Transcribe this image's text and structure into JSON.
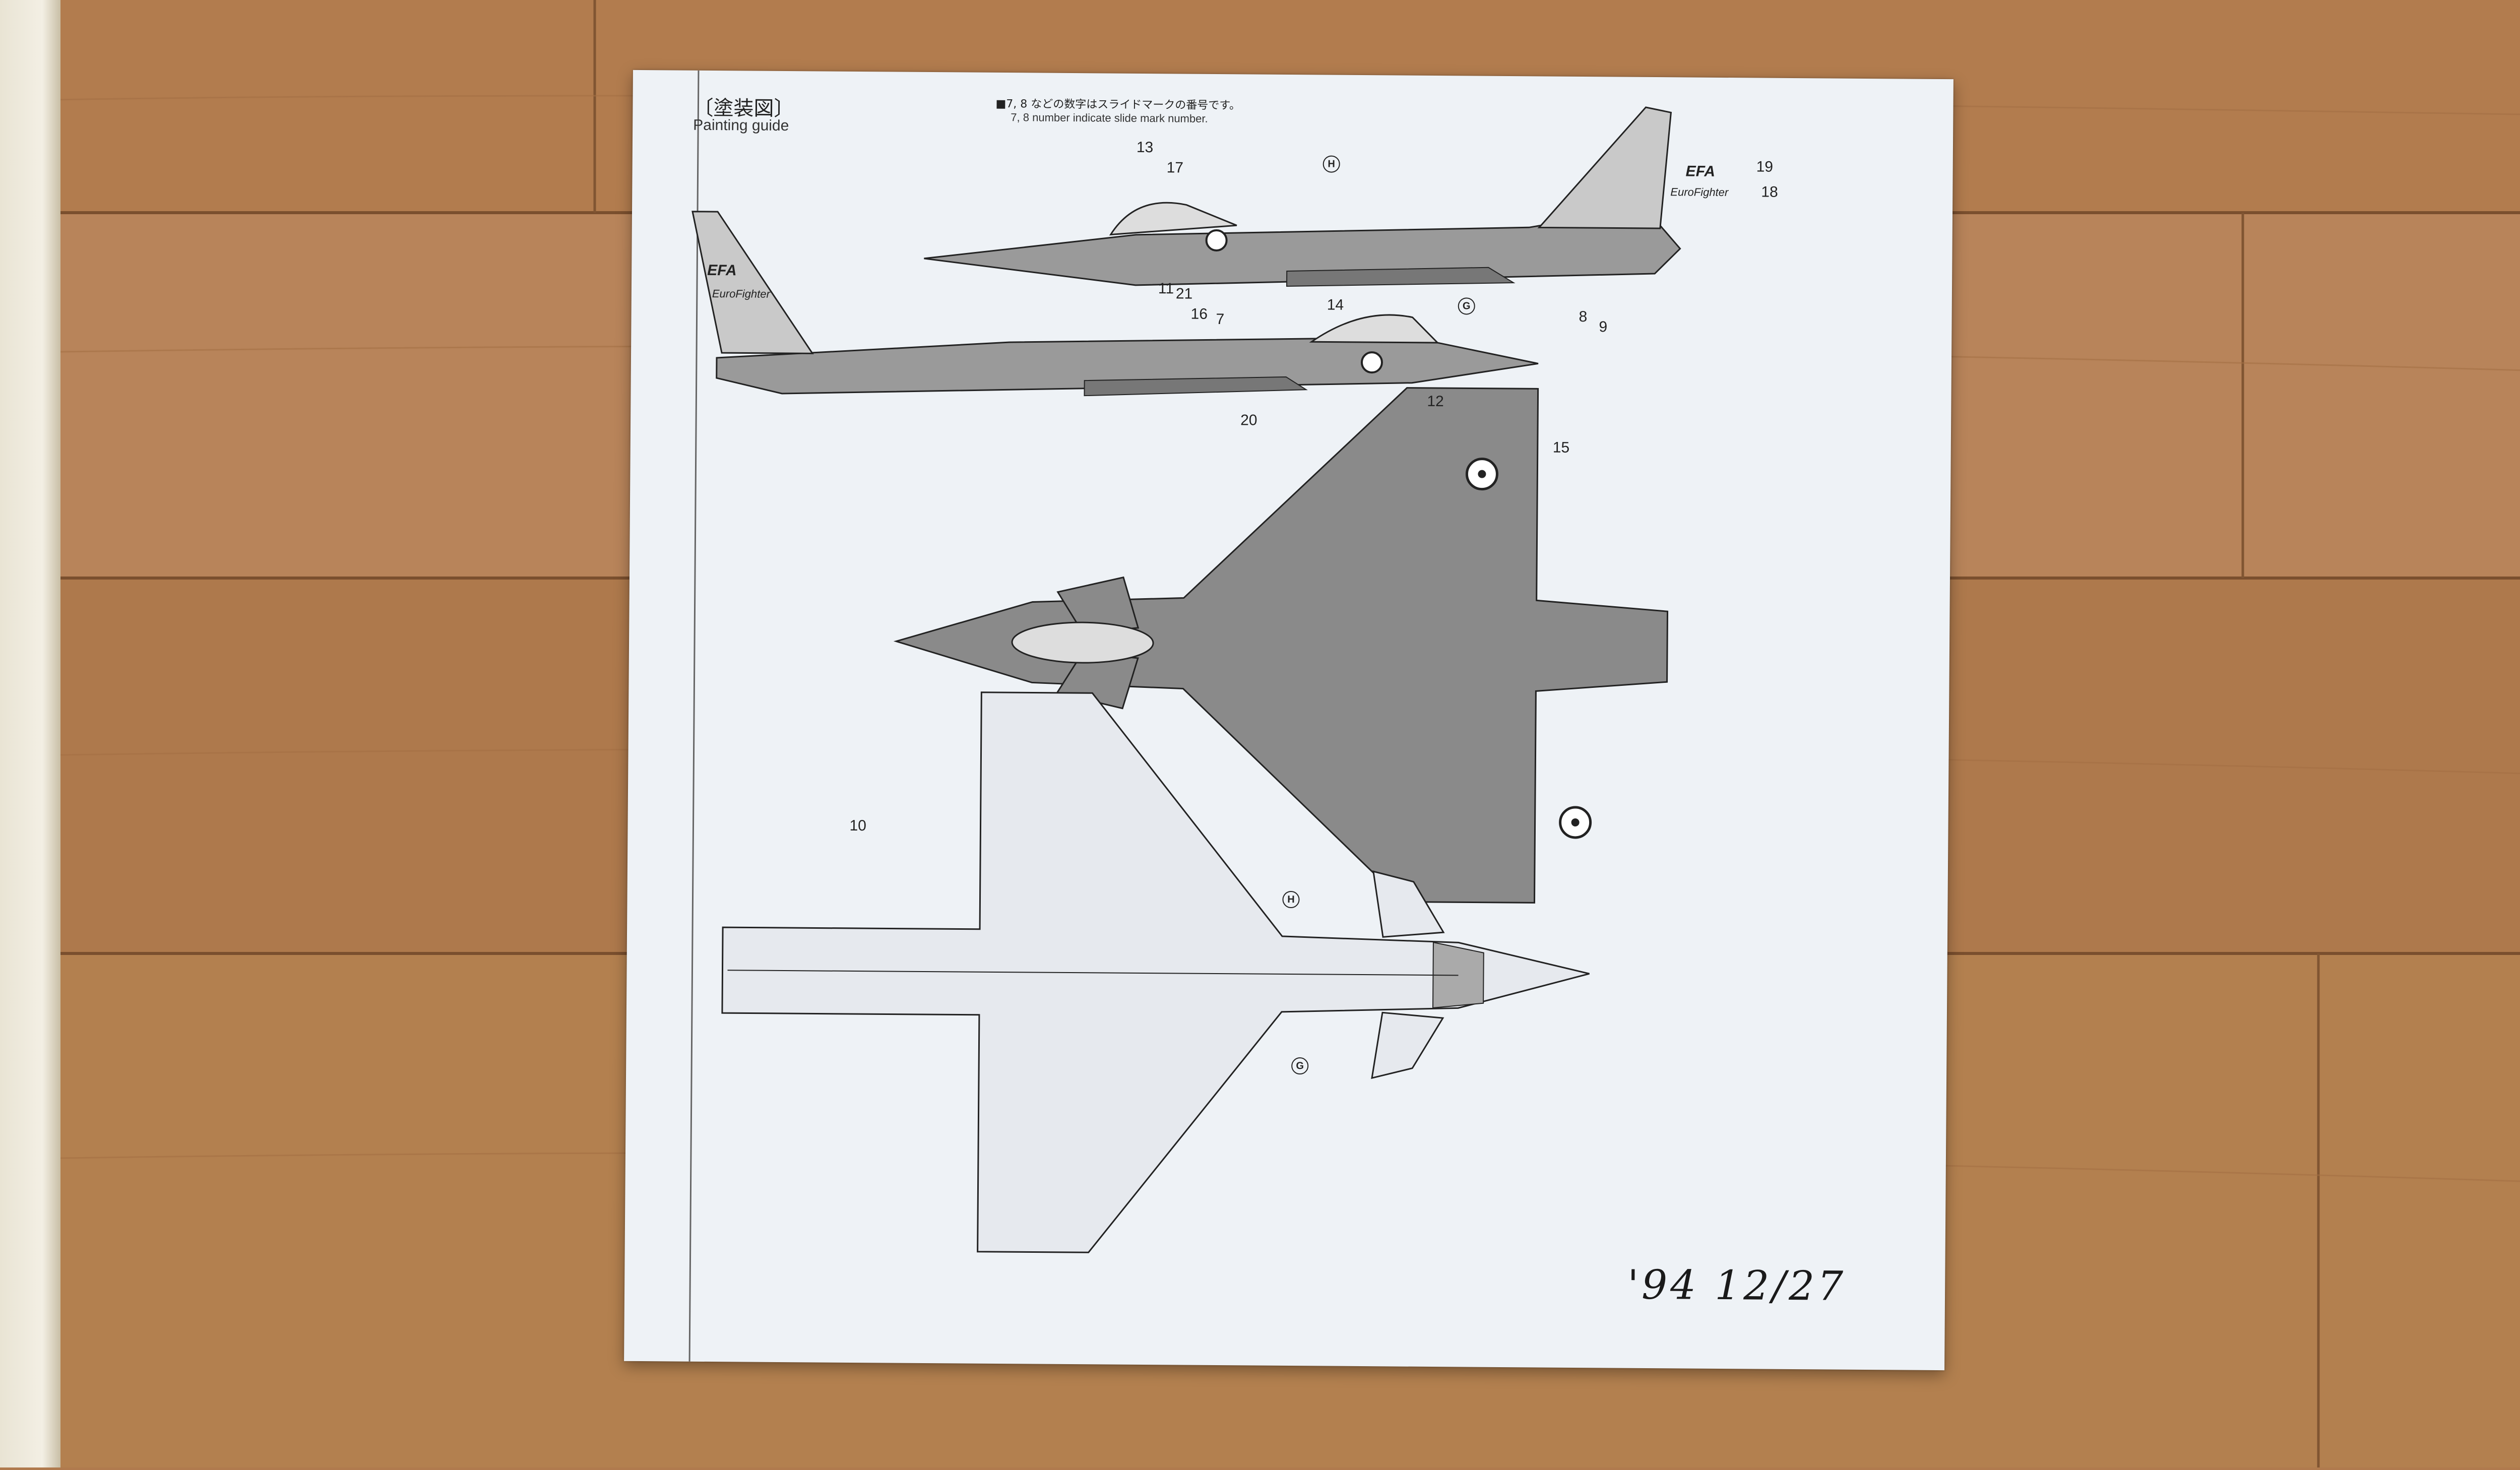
{
  "sheet": {
    "heading_jp": "〔塗装図〕",
    "heading_en": "Painting guide",
    "note_jp": "■7, 8 などの数字はスライドマークの番号です。",
    "note_en": "7, 8 number indicate slide mark number.",
    "handwritten_date": "'94 12/27"
  },
  "tail_marks": {
    "efa": "EFA",
    "eurofighter": "EuroFighter"
  },
  "callouts": {
    "c7": "7",
    "c8": "8",
    "c9": "9",
    "c10": "10",
    "c11": "11",
    "c12": "12",
    "c13": "13",
    "c14": "14",
    "c15": "15",
    "c16": "16",
    "c17": "17",
    "c18": "18",
    "c19": "19",
    "c20": "20",
    "c21": "21"
  },
  "color_badges": {
    "g": "G",
    "h": "H"
  },
  "colors": {
    "paper": "#eef2f6",
    "wood": "#b07a4e",
    "aircraft_gray": "#8a8a8a"
  }
}
